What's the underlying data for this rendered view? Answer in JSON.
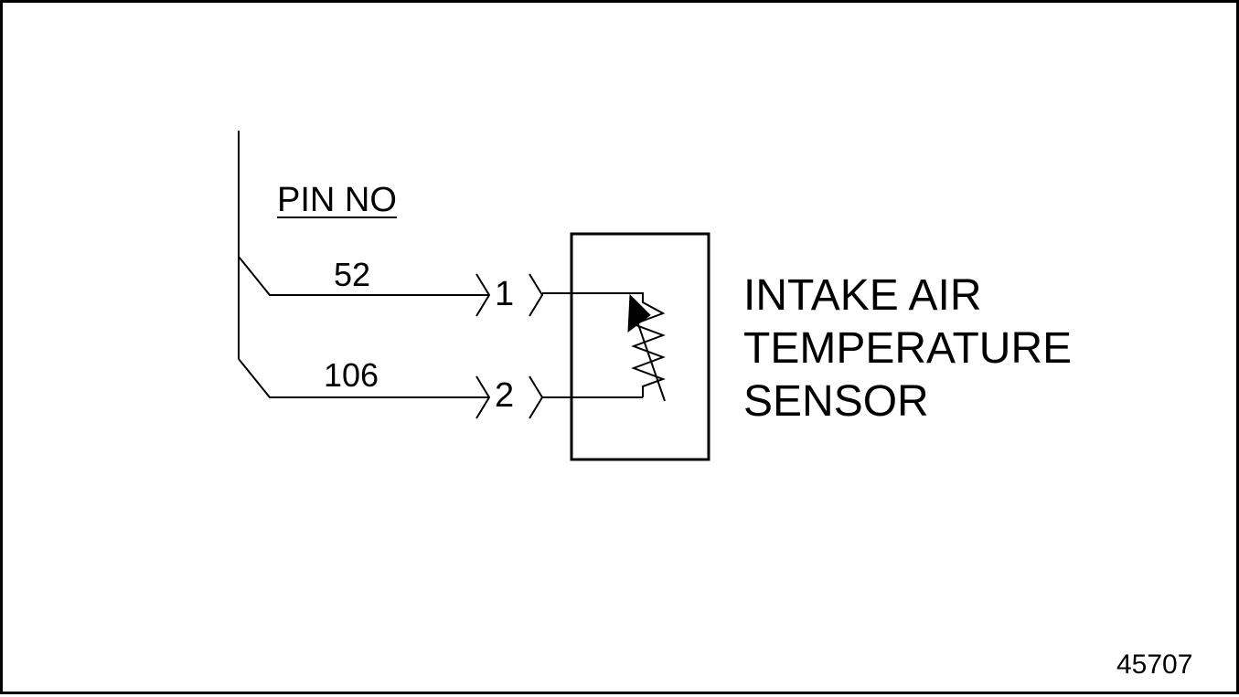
{
  "diagram": {
    "header": "PIN NO",
    "wires": [
      {
        "wire_number": "52",
        "pin": "1"
      },
      {
        "wire_number": "106",
        "pin": "2"
      }
    ],
    "component": {
      "name_lines": [
        "INTAKE AIR",
        "TEMPERATURE",
        "SENSOR"
      ],
      "symbol": "variable-resistor-thermistor-icon"
    },
    "figure_number": "45707"
  },
  "colors": {
    "line": "#000000",
    "background": "#ffffff"
  }
}
